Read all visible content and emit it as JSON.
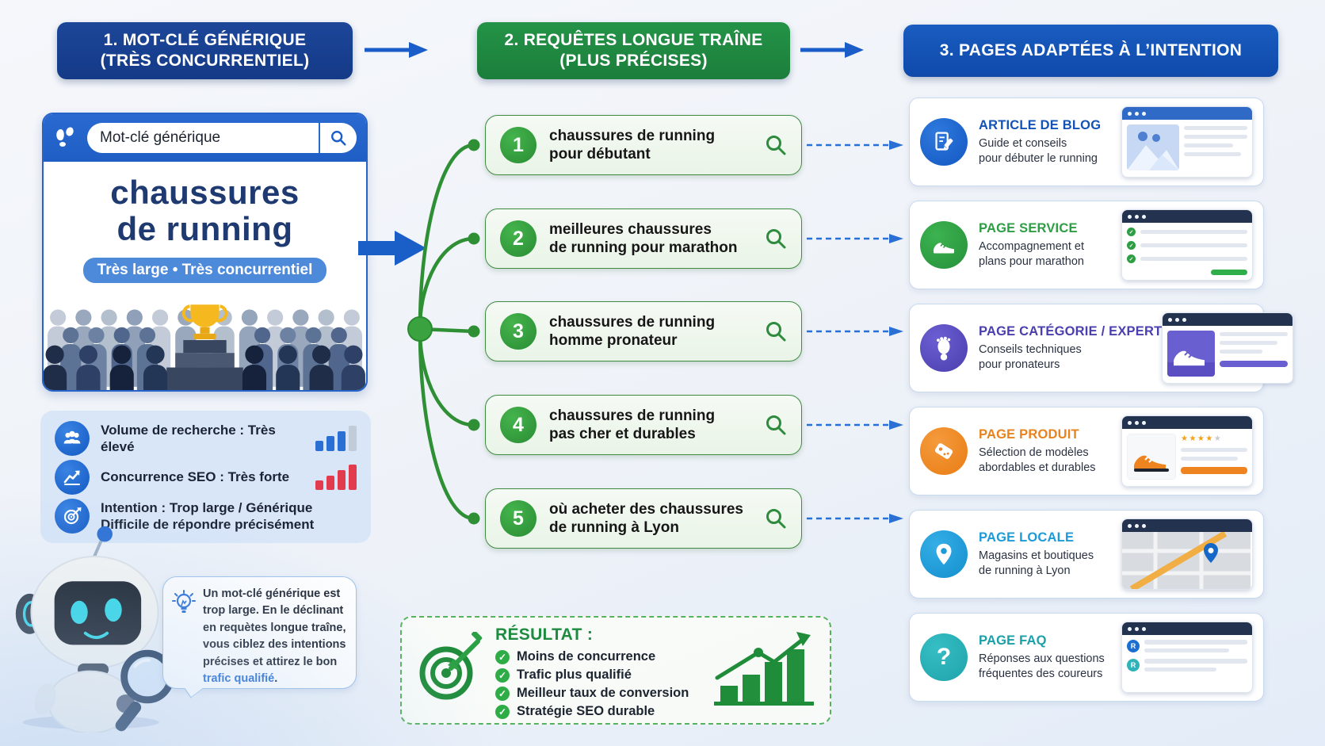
{
  "steps": {
    "s1": {
      "l1": "1. MOT-CLÉ GÉNÉRIQUE",
      "l2": "(TRÈS CONCURRENTIEL)"
    },
    "s2": {
      "l1": "2. REQUÊTES LONGUE TRAÎNE",
      "l2": "(PLUS PRÉCISES)"
    },
    "s3": {
      "l1": "3. PAGES ADAPTÉES À L’INTENTION"
    }
  },
  "generic": {
    "search_value": "Mot-clé générique",
    "kw1": "chaussures",
    "kw2": "de running",
    "badge": "Très large • Très concurrentiel"
  },
  "stats": {
    "volume": "Volume de recherche : Très élevé",
    "concurrence": "Concurrence SEO : Très forte",
    "intention1": "Intention : Trop large / Générique",
    "intention2": "Difficile de répondre précisément"
  },
  "speech": {
    "part1": "Un mot-clé générique est trop large. En le déclinant en requètes longue traîne, vous ciblez des intentions précises et attirez le bon ",
    "highlight": "trafic qualifié",
    "part2": "."
  },
  "queries": [
    {
      "num": "1",
      "l1": "chaussures de running",
      "l2": "pour débutant"
    },
    {
      "num": "2",
      "l1": "meilleures chaussures",
      "l2": "de running pour marathon"
    },
    {
      "num": "3",
      "l1": "chaussures de running",
      "l2": "homme pronateur"
    },
    {
      "num": "4",
      "l1": "chaussures de running",
      "l2": "pas cher et durables"
    },
    {
      "num": "5",
      "l1": "où acheter des chaussures",
      "l2": "de running à Lyon"
    }
  ],
  "result": {
    "title": "RÉSULTAT :",
    "items": [
      "Moins de concurrence",
      "Trafic plus qualifié",
      "Meilleur taux de conversion",
      "Stratégie SEO durable"
    ]
  },
  "pages": [
    {
      "title": "ARTICLE DE BLOG",
      "l1": "Guide et conseils",
      "l2": "pour débuter le running",
      "color": "#1353b5"
    },
    {
      "title": "PAGE SERVICE",
      "l1": "Accompagnement et",
      "l2": "plans pour marathon",
      "color": "#2e9e44"
    },
    {
      "title": "PAGE CATÉGORIE / EXPERT",
      "l1": "Conseils techniques",
      "l2": "pour pronateurs",
      "color": "#4a3fae"
    },
    {
      "title": "PAGE PRODUIT",
      "l1": "Sélection de modèles",
      "l2": "abordables et durables",
      "color": "#e8821e"
    },
    {
      "title": "PAGE LOCALE",
      "l1": "Magasins et boutiques",
      "l2": "de running à Lyon",
      "color": "#1d9bd8"
    },
    {
      "title": "PAGE FAQ",
      "l1": "Réponses aux questions",
      "l2": "fréquentes des coureurs",
      "color": "#1aa0a8"
    }
  ],
  "icons": {
    "check": "✓",
    "question_mark": "?",
    "faq_letter": "R",
    "stars_filled": "★★★★",
    "stars_empty": "★"
  },
  "colors": {
    "step1_bg": "#173c8e",
    "step2_bg": "#1e8a40",
    "step3_bg": "#114fb2",
    "accent_blue": "#1a5fc8",
    "accent_green": "#2f8f35",
    "keyword_navy": "#1e3a70",
    "badge_blue": "#4d8ada",
    "bars_volume": "#2a6fd4",
    "bars_concurrence": "#e23b4e"
  }
}
